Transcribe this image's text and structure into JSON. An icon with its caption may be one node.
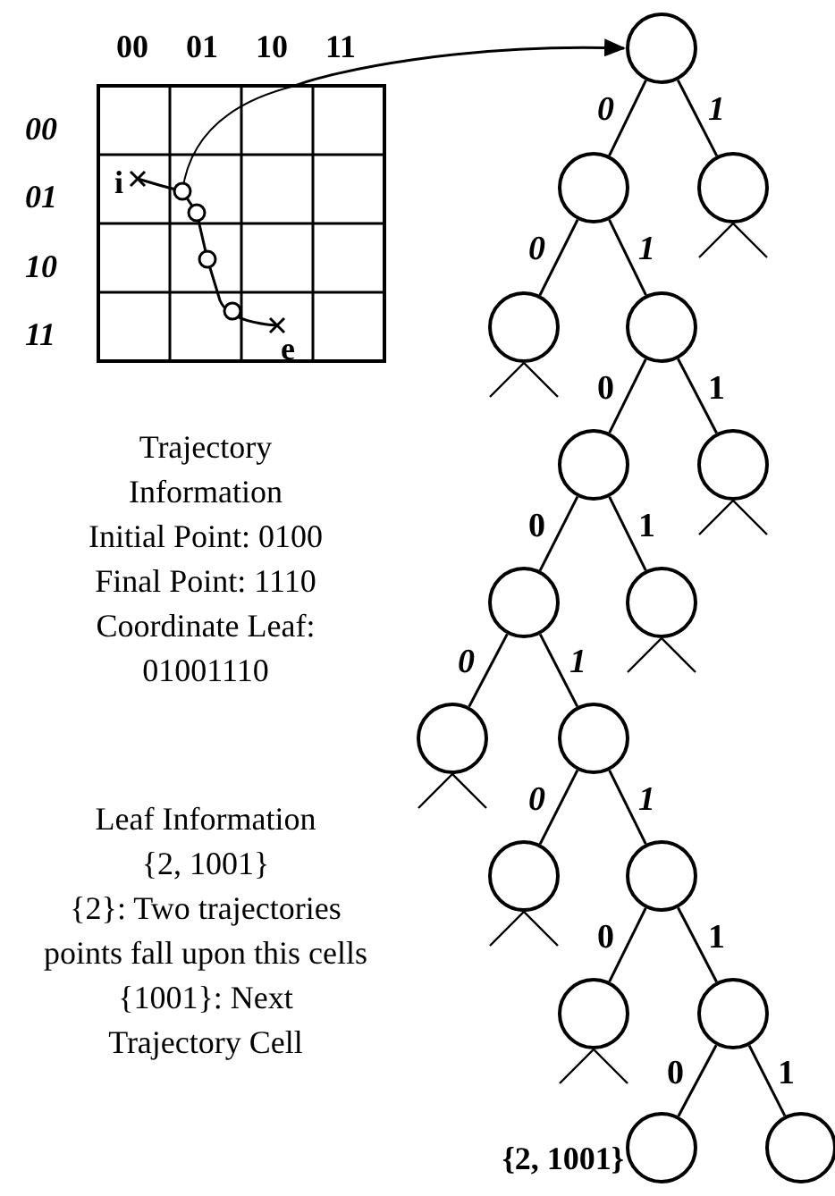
{
  "diagram": {
    "nodes": [
      {
        "text": [],
        "shape": "picture"
      },
      {
        "text": [],
        "shape": "circle"
      },
      {
        "text": [],
        "shape": "circle"
      },
      {
        "text": [],
        "shape": "circle"
      },
      {
        "text": [],
        "shape": "circle"
      },
      {
        "text": [],
        "shape": "circle"
      },
      {
        "text": [],
        "shape": "circle"
      },
      {
        "text": [],
        "shape": "circle"
      },
      {
        "text": [],
        "shape": "circle"
      },
      {
        "text": [],
        "shape": "circle"
      },
      {
        "text": [],
        "shape": "circle"
      },
      {
        "text": [],
        "shape": "circle"
      },
      {
        "text": [],
        "shape": "circle"
      },
      {
        "text": [],
        "shape": "circle"
      },
      {
        "text": [],
        "shape": "circle"
      },
      {
        "text": [],
        "shape": "circle"
      },
      {
        "text": [],
        "shape": "circle",
        "beside": [
          "{2, 1001}"
        ]
      },
      {
        "text": [],
        "shape": "circle"
      }
    ],
    "edges": [
      {
        "from": 0,
        "to": 1,
        "arrow": "to"
      },
      {
        "from": 1,
        "to": 2,
        "arrow": "none",
        "label": "0"
      },
      {
        "from": 1,
        "to": 3,
        "arrow": "none",
        "label": "1"
      },
      {
        "from": 2,
        "to": 4,
        "arrow": "none",
        "label": "0"
      },
      {
        "from": 2,
        "to": 5,
        "arrow": "none",
        "label": "1"
      },
      {
        "from": 5,
        "to": 6,
        "arrow": "none",
        "label": "0"
      },
      {
        "from": 5,
        "to": 7,
        "arrow": "none",
        "label": "1"
      },
      {
        "from": 6,
        "to": 8,
        "arrow": "none",
        "label": "0"
      },
      {
        "from": 6,
        "to": 9,
        "arrow": "none",
        "label": "1"
      },
      {
        "from": 8,
        "to": 10,
        "arrow": "none",
        "label": "0"
      },
      {
        "from": 8,
        "to": 11,
        "arrow": "none",
        "label": "1"
      },
      {
        "from": 11,
        "to": 12,
        "arrow": "none",
        "label": "0"
      },
      {
        "from": 11,
        "to": 13,
        "arrow": "none",
        "label": "1"
      },
      {
        "from": 13,
        "to": 14,
        "arrow": "none",
        "label": "0"
      },
      {
        "from": 13,
        "to": 15,
        "arrow": "none",
        "label": "1"
      },
      {
        "from": 15,
        "to": 16,
        "arrow": "none",
        "label": "0"
      },
      {
        "from": 15,
        "to": 17,
        "arrow": "none",
        "label": "1"
      }
    ],
    "labels": [
      "00",
      "01",
      "10",
      "11",
      "00",
      "01",
      "10",
      "11",
      "i",
      "e",
      "Trajectory Information",
      "Initial Point: 0100",
      "Final Point: 1110",
      "Coordinate Leaf: 01001110",
      "Leaf Information",
      "{2, 1001}",
      "{2}: Two trajectories points fall upon this cells",
      "{1001}: Next Trajectory Cell"
    ]
  }
}
